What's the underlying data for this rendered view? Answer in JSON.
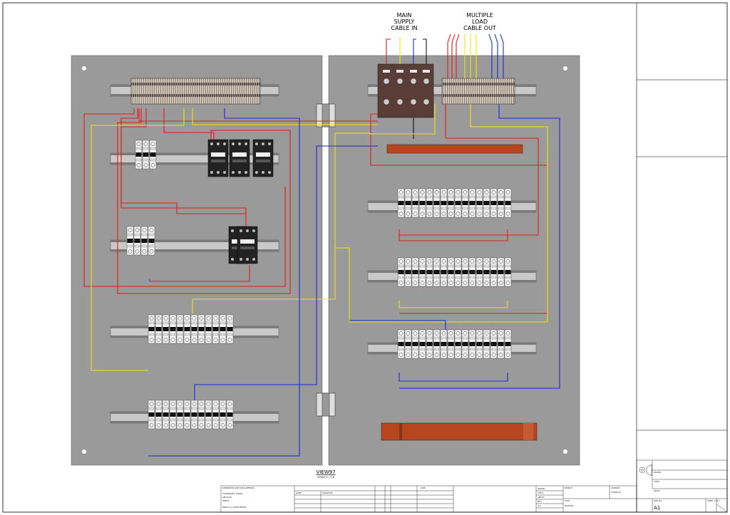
{
  "labels": {
    "supply_line1": "MAIN",
    "supply_line2": "SUPPLY",
    "supply_line3": "CABLE IN",
    "load_line1": "MULTIPLE",
    "load_line2": "LOAD",
    "load_line3": "CABLE OUT"
  },
  "view": {
    "title": "VIEW97",
    "scale": "SCALE 1 : 7.8"
  },
  "title_block": {
    "dims_header": "DIMENSIONS ARE IN MILLIMETERS",
    "tol_linear": "TOLERANCES: LINEAR:",
    "tol_angular": "ANGULAR:",
    "finish": "FINISH:",
    "break_edges": "BREAK ALL SHARP EDGES",
    "name": "NAME",
    "signature": "SIGNATURE",
    "date": "DATE",
    "drawn": "DRAWN",
    "chkd": "CHK'D",
    "appvd": "APPV'D",
    "mfg": "MFG",
    "qa": "Q.A",
    "title": "TITLE:",
    "material": "MATERIAL:",
    "weight": "WEIGHT:",
    "dwg_no": "DWG NO.",
    "scale": "SCALE:1:10",
    "sheet": "SHEET 1 OF 1",
    "size": "A1",
    "revision": "REVISION",
    "project": "PROJECT",
    "company": "COMPANY",
    "contract": "CONTRACT"
  },
  "colors": {
    "panel": "#9a9a9a",
    "red": "#e21b1b",
    "yellow": "#f2e600",
    "blue": "#1a2bd6",
    "black": "#111111",
    "copper": "#b5461f"
  }
}
